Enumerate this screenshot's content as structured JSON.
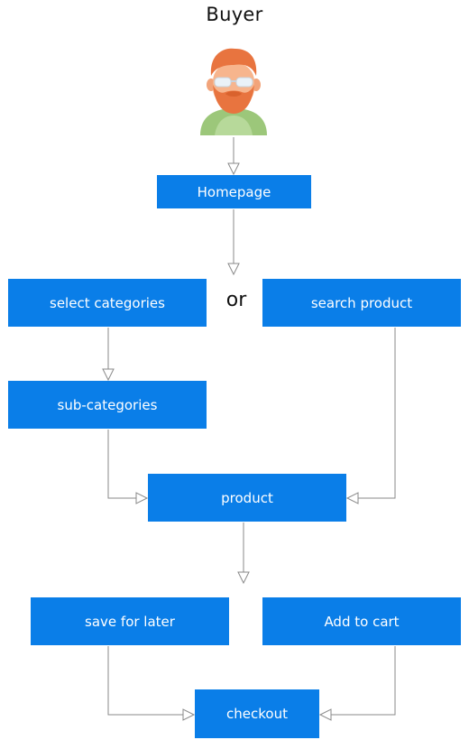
{
  "title": "Buyer",
  "separator": "or",
  "nodes": {
    "homepage": "Homepage",
    "select_categories": "select categories",
    "search_product": "search product",
    "sub_categories": "sub-categories",
    "product": "product",
    "save_for_later": "save for later",
    "add_to_cart": "Add to cart",
    "checkout": "checkout"
  },
  "colors": {
    "box": "#0a7ee8",
    "box_text": "#ffffff",
    "connector": "#8a8a8a"
  },
  "icons": [
    "buyer-avatar-icon"
  ]
}
